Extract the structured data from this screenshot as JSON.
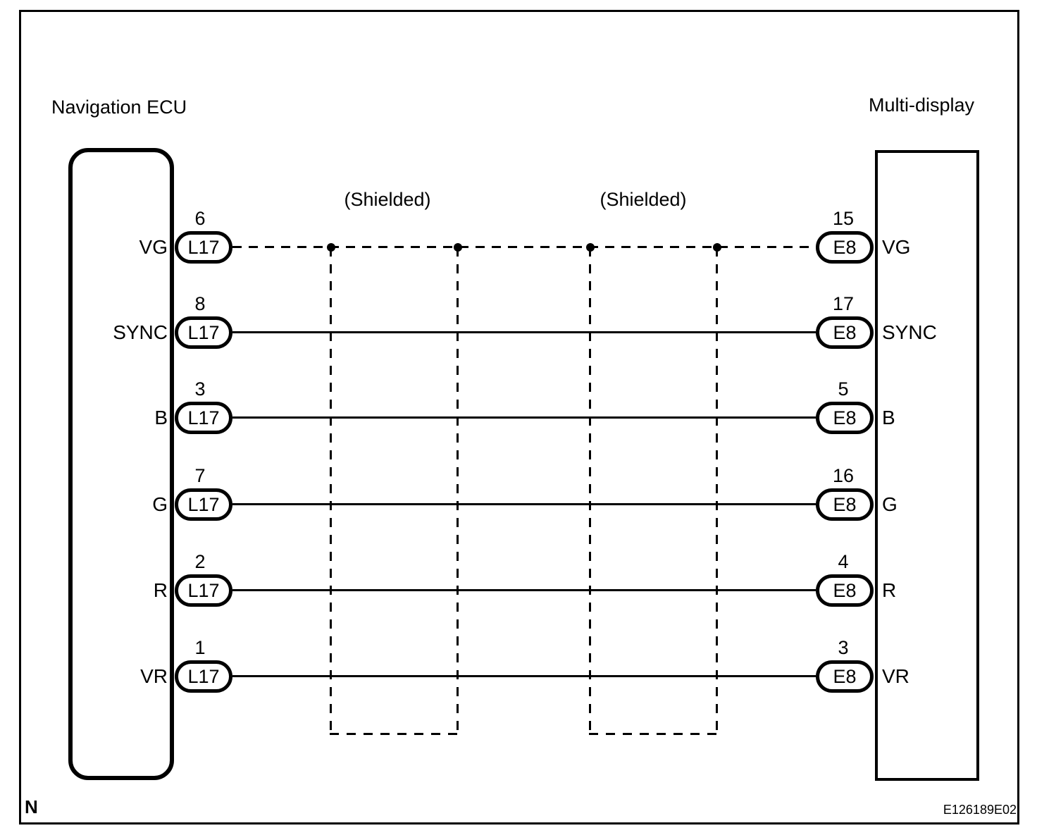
{
  "diagram": {
    "left_component": {
      "title": "Navigation ECU"
    },
    "right_component": {
      "title": "Multi-display"
    },
    "shield_labels": {
      "first": "(Shielded)",
      "second": "(Shielded)"
    },
    "rows": [
      {
        "left_signal": "VG",
        "left_pin": "6",
        "left_connector": "L17",
        "right_connector": "E8",
        "right_pin": "15",
        "right_signal": "VG",
        "line_style": "dashed-shielded"
      },
      {
        "left_signal": "SYNC",
        "left_pin": "8",
        "left_connector": "L17",
        "right_connector": "E8",
        "right_pin": "17",
        "right_signal": "SYNC",
        "line_style": "solid"
      },
      {
        "left_signal": "B",
        "left_pin": "3",
        "left_connector": "L17",
        "right_connector": "E8",
        "right_pin": "5",
        "right_signal": "B",
        "line_style": "solid"
      },
      {
        "left_signal": "G",
        "left_pin": "7",
        "left_connector": "L17",
        "right_connector": "E8",
        "right_pin": "16",
        "right_signal": "G",
        "line_style": "solid"
      },
      {
        "left_signal": "R",
        "left_pin": "2",
        "left_connector": "L17",
        "right_connector": "E8",
        "right_pin": "4",
        "right_signal": "R",
        "line_style": "solid"
      },
      {
        "left_signal": "VR",
        "left_pin": "1",
        "left_connector": "L17",
        "right_connector": "E8",
        "right_pin": "3",
        "right_signal": "VR",
        "line_style": "solid"
      }
    ],
    "footer": {
      "note": "N",
      "figure_code": "E126189E02"
    },
    "colors": {
      "line": "#000000",
      "background": "#ffffff"
    }
  }
}
